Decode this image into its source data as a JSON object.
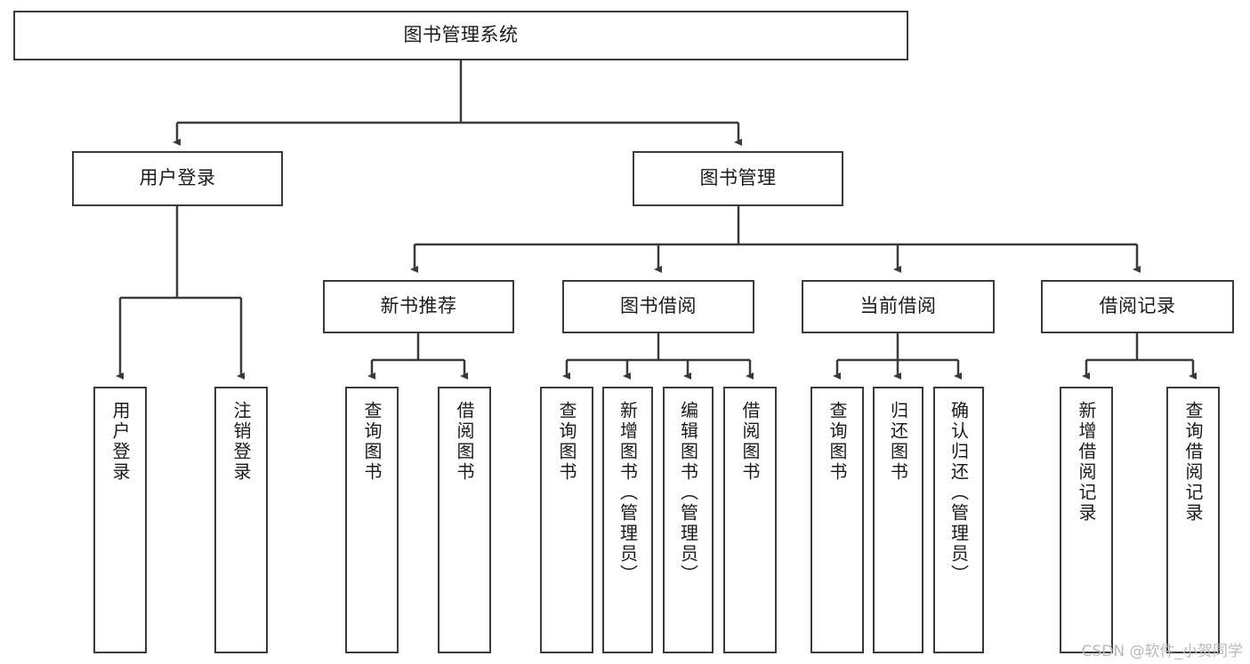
{
  "diagram": {
    "type": "tree-hierarchy",
    "title": "图书管理系统",
    "watermark": "CSDN @软件_小贺同学",
    "colors": {
      "box_border": "#3a3a3a",
      "box_fill": "#ffffff",
      "edge": "#3a3a3a",
      "text": "#1b1b1b",
      "watermark": "#b9b9b9",
      "background": "#ffffff"
    },
    "nodes": {
      "root": {
        "label": "图书管理系统"
      },
      "level2": [
        {
          "id": "user-login",
          "label": "用户登录"
        },
        {
          "id": "book-management",
          "label": "图书管理"
        }
      ],
      "level3": [
        {
          "id": "new-book-recommend",
          "label": "新书推荐"
        },
        {
          "id": "book-borrow",
          "label": "图书借阅"
        },
        {
          "id": "current-borrow",
          "label": "当前借阅"
        },
        {
          "id": "borrow-record",
          "label": "借阅记录"
        }
      ],
      "leaves": {
        "user-login": [
          {
            "id": "leaf-user-login",
            "label": "用户登录"
          },
          {
            "id": "leaf-user-logout",
            "label": "注销登录"
          }
        ],
        "new-book-recommend": [
          {
            "id": "leaf-query-book-1",
            "label": "查询图书"
          },
          {
            "id": "leaf-borrow-book-1",
            "label": "借阅图书"
          }
        ],
        "book-borrow": [
          {
            "id": "leaf-query-book-2",
            "label": "查询图书"
          },
          {
            "id": "leaf-add-book",
            "label": "新增图书（管理员）"
          },
          {
            "id": "leaf-edit-book",
            "label": "编辑图书（管理员）"
          },
          {
            "id": "leaf-borrow-book-2",
            "label": "借阅图书"
          }
        ],
        "current-borrow": [
          {
            "id": "leaf-query-book-3",
            "label": "查询图书"
          },
          {
            "id": "leaf-return-book",
            "label": "归还图书"
          },
          {
            "id": "leaf-confirm-return",
            "label": "确认归还（管理员）"
          }
        ],
        "borrow-record": [
          {
            "id": "leaf-add-record",
            "label": "新增借阅记录"
          },
          {
            "id": "leaf-query-record",
            "label": "查询借阅记录"
          }
        ]
      }
    }
  }
}
